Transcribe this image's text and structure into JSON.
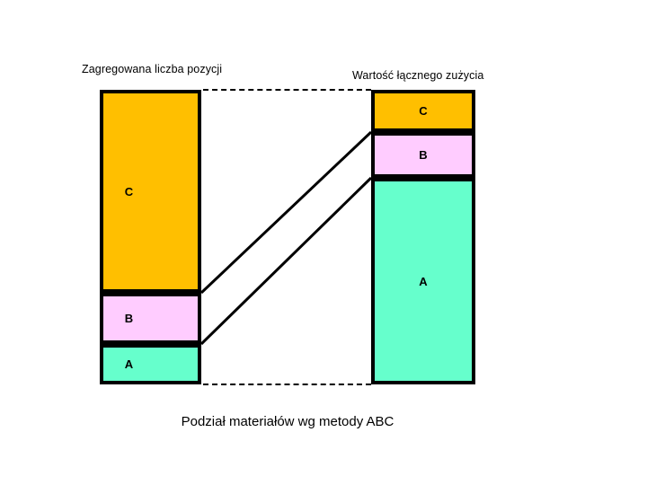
{
  "figure": {
    "caption": "Podział materiałów wg metody ABC",
    "headers": {
      "left": "Zagregowana liczba pozycji",
      "right": "Wartość łącznego zużycia"
    }
  },
  "colors": {
    "class_a": "#66FFCC",
    "class_b": "#FFCCFF",
    "class_c": "#FFBF00",
    "outline": "#000000",
    "background": "#FFFFFF"
  },
  "chart_data": {
    "type": "bar",
    "title": "Podział materiałów wg metody ABC",
    "xlabel": "",
    "ylabel": "",
    "ylim": [
      0,
      100
    ],
    "grid": false,
    "legend": "none",
    "categories": [
      "Zagregowana liczba pozycji",
      "Wartość łącznego zużycia"
    ],
    "series": [
      {
        "name": "C",
        "values": [
          69,
          14
        ],
        "color": "#FFBF00"
      },
      {
        "name": "B",
        "values": [
          17,
          16
        ],
        "color": "#FFCCFF"
      },
      {
        "name": "A",
        "values": [
          14,
          70
        ],
        "color": "#66FFCC"
      }
    ],
    "annotations": [
      "Dashed guides link the tops and bottoms of both stacked bars.",
      "Solid diagonals link the C/B and B/A boundaries across the two bars."
    ]
  },
  "bars": {
    "left": {
      "header": "Zagregowana liczba pozycji",
      "segments": [
        {
          "label": "C",
          "percent": 69,
          "color": "#FFBF00"
        },
        {
          "label": "B",
          "percent": 17,
          "color": "#FFCCFF"
        },
        {
          "label": "A",
          "percent": 14,
          "color": "#66FFCC"
        }
      ]
    },
    "right": {
      "header": "Wartość łącznego zużycia",
      "segments": [
        {
          "label": "C",
          "percent": 14,
          "color": "#FFBF00"
        },
        {
          "label": "B",
          "percent": 16,
          "color": "#FFCCFF"
        },
        {
          "label": "A",
          "percent": 70,
          "color": "#66FFCC"
        }
      ]
    }
  }
}
